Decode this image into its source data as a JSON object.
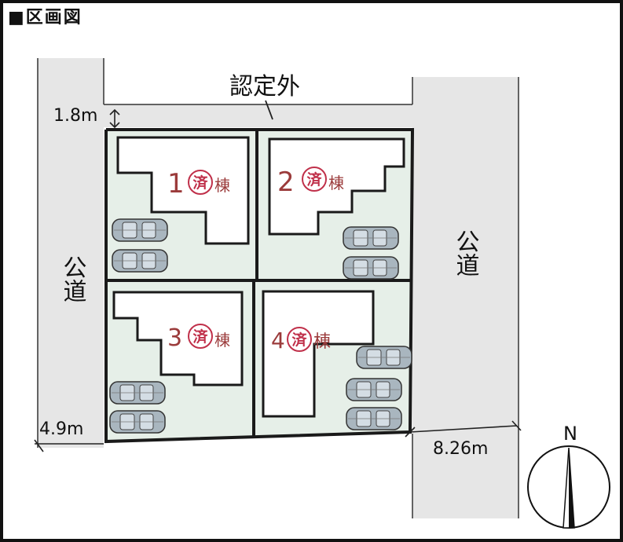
{
  "title": "■区画図",
  "labels": {
    "neighbor": "認定外",
    "road_left": "公道",
    "road_right": "公道",
    "dim_top": "1.8m",
    "dim_bottom_left": "4.9m",
    "dim_bottom_right": "8.26m",
    "north": "N"
  },
  "lots": [
    {
      "number": "1",
      "stamp": "済",
      "suffix": "棟"
    },
    {
      "number": "2",
      "stamp": "済",
      "suffix": "棟"
    },
    {
      "number": "3",
      "stamp": "済",
      "suffix": "棟"
    },
    {
      "number": "4",
      "stamp": "済",
      "suffix": "棟"
    }
  ],
  "colors": {
    "road": "#e6e6e6",
    "lot": "#e6efe8",
    "boundary": "#1a1a1a",
    "lot_number": "#9b3b3b",
    "stamp": "#c0304a",
    "car_body": "#a9b6bf",
    "car_window": "#d4dde4"
  }
}
